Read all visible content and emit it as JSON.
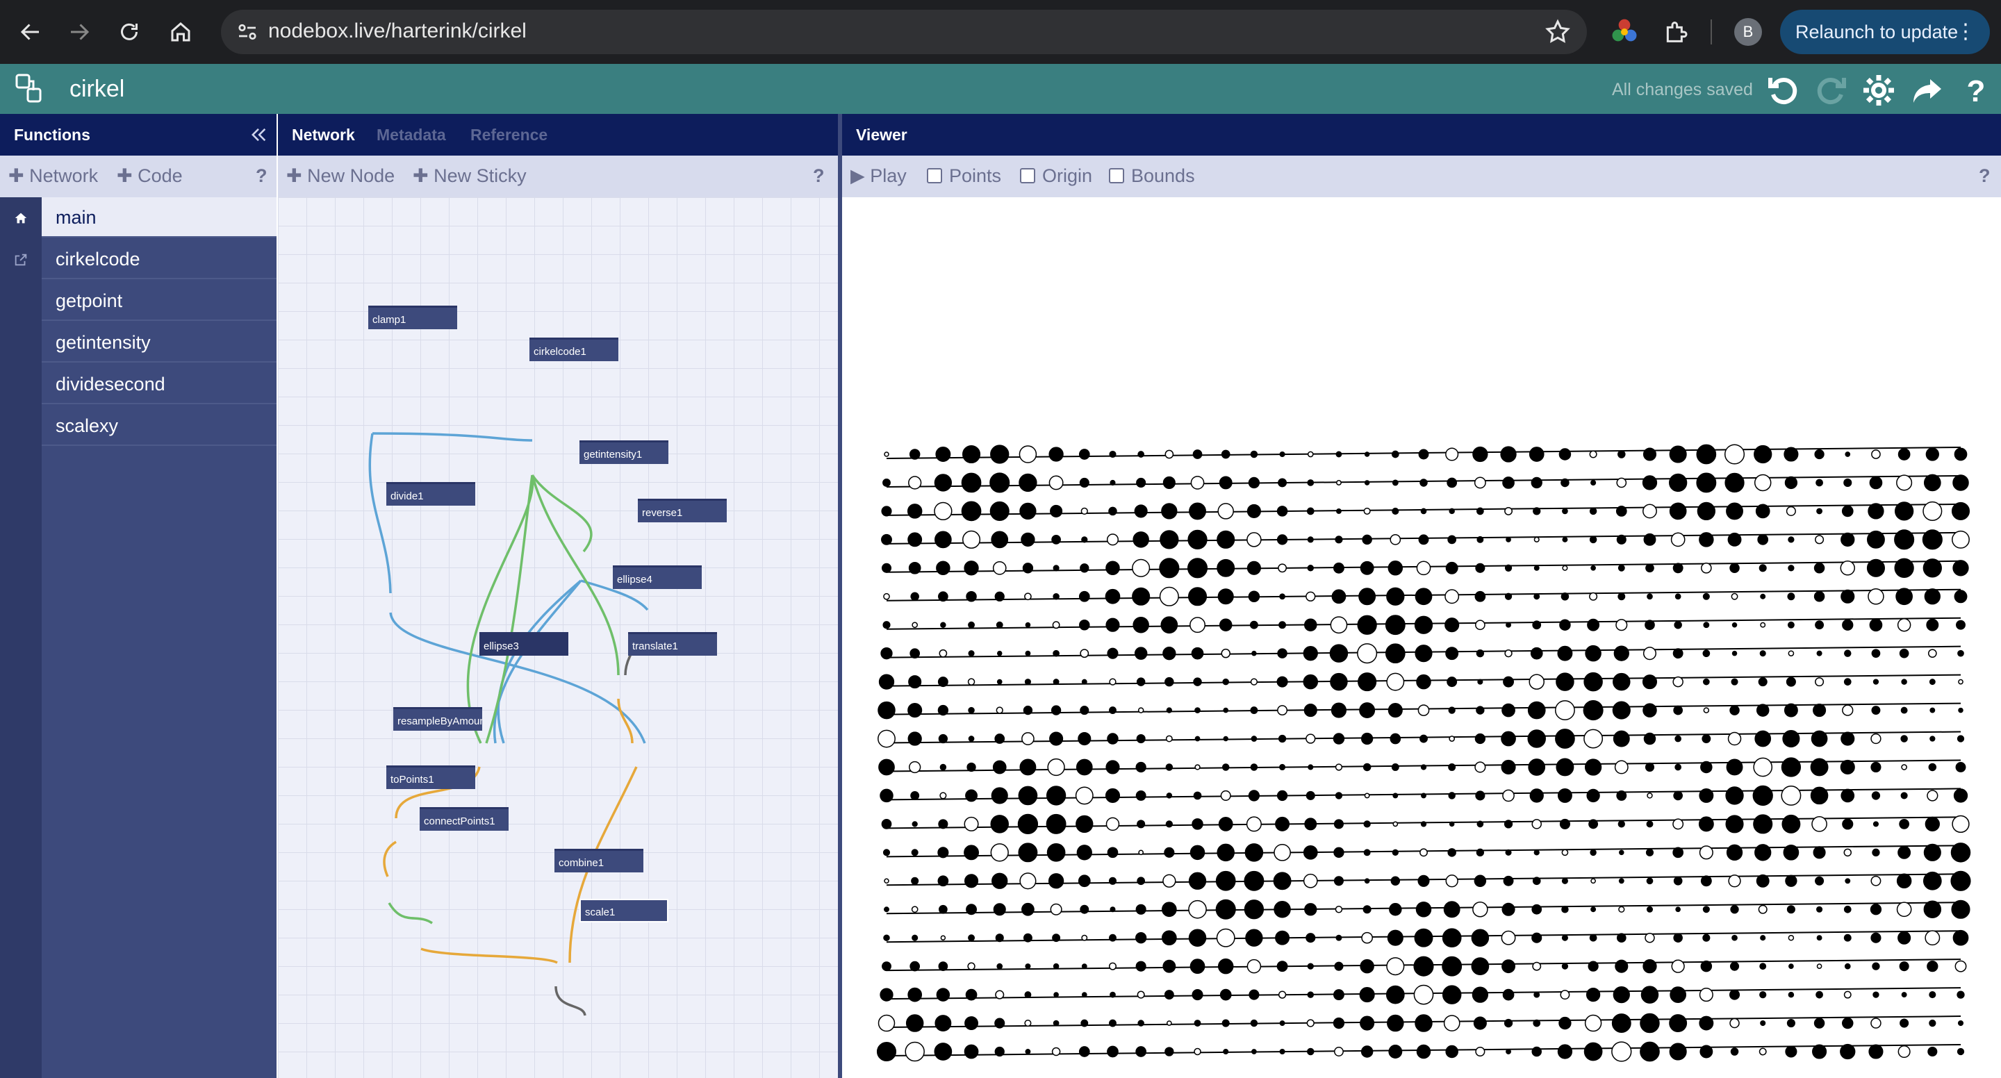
{
  "browser": {
    "url": "nodebox.live/harterink/cirkel",
    "avatar_letter": "B",
    "relaunch_label": "Relaunch to update"
  },
  "app": {
    "title": "cirkel",
    "saved_status": "All changes saved",
    "accent": "#3a7f80"
  },
  "functions": {
    "title": "Functions",
    "toolbar": {
      "network": "Network",
      "code": "Code",
      "help": "?"
    },
    "items": [
      {
        "label": "main",
        "active": true
      },
      {
        "label": "cirkelcode"
      },
      {
        "label": "getpoint"
      },
      {
        "label": "getintensity"
      },
      {
        "label": "dividesecond"
      },
      {
        "label": "scalexy"
      }
    ]
  },
  "network": {
    "tabs": [
      "Network",
      "Metadata",
      "Reference"
    ],
    "toolbar": {
      "new_node": "New Node",
      "new_sticky": "New Sticky",
      "help": "?"
    },
    "nodes": [
      {
        "id": "clamp1",
        "label": "clamp1"
      },
      {
        "id": "cirkelcode1",
        "label": "cirkelcode1"
      },
      {
        "id": "getintensity1",
        "label": "getintensity1"
      },
      {
        "id": "divide1",
        "label": "divide1"
      },
      {
        "id": "reverse1",
        "label": "reverse1"
      },
      {
        "id": "ellipse4",
        "label": "ellipse4"
      },
      {
        "id": "ellipse3",
        "label": "ellipse3"
      },
      {
        "id": "translate1",
        "label": "translate1"
      },
      {
        "id": "resampleByAmount",
        "label": "resampleByAmount"
      },
      {
        "id": "toPoints1",
        "label": "toPoints1"
      },
      {
        "id": "connectPoints1",
        "label": "connectPoints1"
      },
      {
        "id": "combine1",
        "label": "combine1"
      },
      {
        "id": "scale1",
        "label": "scale1"
      }
    ]
  },
  "viewer": {
    "title": "Viewer",
    "play": "Play",
    "checkboxes": [
      "Points",
      "Origin",
      "Bounds"
    ],
    "help": "?"
  }
}
